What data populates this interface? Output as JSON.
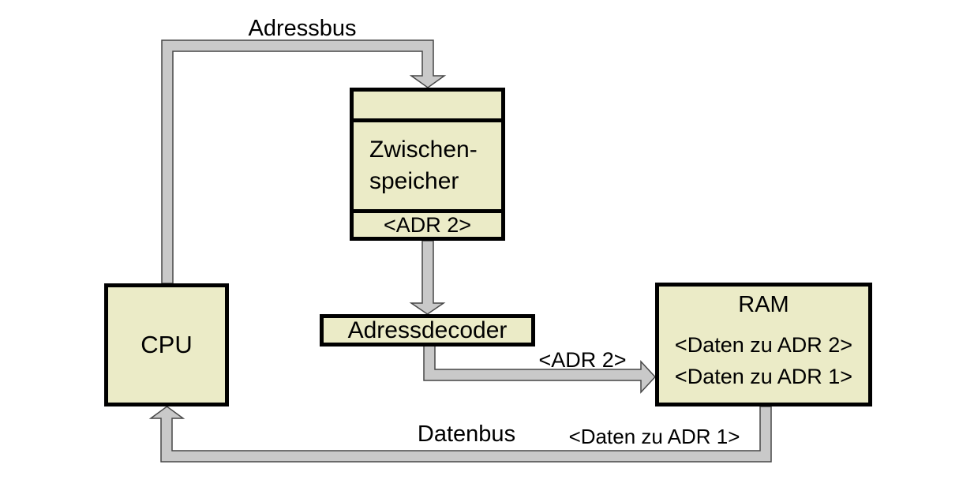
{
  "diagram": {
    "bus_labels": {
      "adressbus": "Adressbus",
      "datenbus": "Datenbus",
      "adr2": "<ADR 2>",
      "daten_zu_adr1": "<Daten zu ADR 1>"
    },
    "nodes": {
      "cpu": {
        "label": "CPU"
      },
      "zwischenspeicher": {
        "name_line1": "Zwischen-",
        "name_line2": "speicher",
        "address_slot": "<ADR 2>"
      },
      "adressdecoder": {
        "label": "Adressdecoder"
      },
      "ram": {
        "label": "RAM",
        "cell1": "<Daten zu ADR 2>",
        "cell2": "<Daten zu ADR 1>"
      }
    },
    "colors": {
      "background": "#ffffff",
      "text": "#000000",
      "box_fill": "#ebebc7",
      "box_border": "#000000",
      "bus_fill": "#c9c9c9",
      "bus_outline": "#474747"
    }
  }
}
